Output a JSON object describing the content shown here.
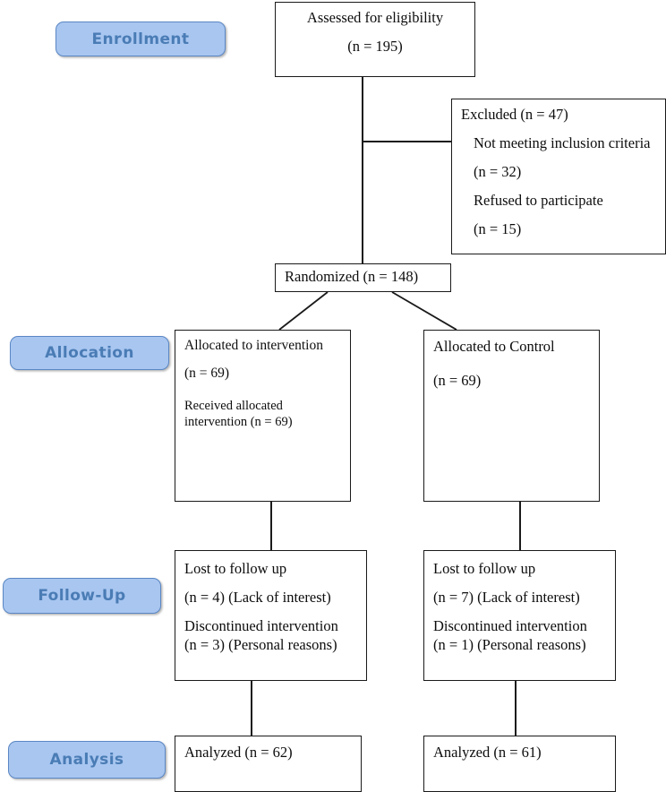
{
  "diagram": {
    "title": "CONSORT participant flow diagram",
    "colors": {
      "pill_fill": "#a8c6f0",
      "pill_border": "#5b87c4",
      "pill_text": "#4a7cb5",
      "box_border": "#1a1a1a",
      "box_fill": "#ffffff",
      "connector": "#1a1a1a",
      "background": "#ffffff"
    }
  },
  "stages": [
    {
      "id": "enrollment",
      "label": "Enrollment"
    },
    {
      "id": "allocation",
      "label": "Allocation"
    },
    {
      "id": "followup",
      "label": "Follow-Up"
    },
    {
      "id": "analysis",
      "label": "Analysis"
    }
  ],
  "boxes": {
    "assessed": {
      "name": "assessed-for-eligibility",
      "lines": [
        "Assessed for eligibility",
        "(n = 195)"
      ]
    },
    "excluded": {
      "name": "excluded",
      "lines": [
        "Excluded (n = 47)",
        "Not meeting inclusion criteria",
        "(n = 32)",
        "Refused to participate",
        "(n = 15)"
      ]
    },
    "randomized": {
      "name": "randomized",
      "lines": [
        "Randomized (n = 148)"
      ]
    },
    "allocated_intervention": {
      "name": "allocated-to-intervention",
      "lines": [
        "Allocated to intervention",
        "(n = 69)",
        "Received allocated",
        "intervention (n = 69)"
      ]
    },
    "allocated_control": {
      "name": "allocated-to-control",
      "lines": [
        "Allocated to Control",
        "(n = 69)"
      ]
    },
    "followup_intervention": {
      "name": "follow-up-intervention",
      "lines": [
        "Lost to follow up",
        "(n = 4) (Lack of interest)",
        "Discontinued intervention",
        "(n = 3) (Personal reasons)"
      ]
    },
    "followup_control": {
      "name": "follow-up-control",
      "lines": [
        "Lost to follow up",
        "(n = 7) (Lack of interest)",
        "Discontinued intervention",
        "(n = 1) (Personal reasons)"
      ]
    },
    "analyzed_intervention": {
      "name": "analyzed-intervention",
      "lines": [
        "Analyzed (n = 62)"
      ]
    },
    "analyzed_control": {
      "name": "analyzed-control",
      "lines": [
        "Analyzed (n = 61)"
      ]
    }
  },
  "chart_data": {
    "type": "diagram",
    "title": "CONSORT flow diagram",
    "nodes": [
      {
        "id": "assessed",
        "stage": "Enrollment",
        "label": "Assessed for eligibility",
        "n": 195
      },
      {
        "id": "excluded",
        "stage": "Enrollment",
        "label": "Excluded",
        "n": 47,
        "reasons": [
          {
            "label": "Not meeting inclusion criteria",
            "n": 32
          },
          {
            "label": "Refused to participate",
            "n": 15
          }
        ]
      },
      {
        "id": "randomized",
        "stage": "Enrollment",
        "label": "Randomized",
        "n": 148
      },
      {
        "id": "allocated_intervention",
        "stage": "Allocation",
        "label": "Allocated to intervention",
        "n": 69,
        "received": 69
      },
      {
        "id": "allocated_control",
        "stage": "Allocation",
        "label": "Allocated to Control",
        "n": 69
      },
      {
        "id": "followup_intervention",
        "stage": "Follow-Up",
        "label": "Lost to follow up",
        "n": 4,
        "lost_reason": "Lack of interest",
        "discontinued": 3,
        "discontinued_reason": "Personal reasons"
      },
      {
        "id": "followup_control",
        "stage": "Follow-Up",
        "label": "Lost to follow up",
        "n": 7,
        "lost_reason": "Lack of interest",
        "discontinued": 1,
        "discontinued_reason": "Personal reasons"
      },
      {
        "id": "analyzed_intervention",
        "stage": "Analysis",
        "label": "Analyzed",
        "n": 62
      },
      {
        "id": "analyzed_control",
        "stage": "Analysis",
        "label": "Analyzed",
        "n": 61
      }
    ],
    "edges": [
      {
        "from": "assessed",
        "to": "randomized"
      },
      {
        "from": "assessed",
        "to": "excluded"
      },
      {
        "from": "randomized",
        "to": "allocated_intervention"
      },
      {
        "from": "randomized",
        "to": "allocated_control"
      },
      {
        "from": "allocated_intervention",
        "to": "followup_intervention"
      },
      {
        "from": "allocated_control",
        "to": "followup_control"
      },
      {
        "from": "followup_intervention",
        "to": "analyzed_intervention"
      },
      {
        "from": "followup_control",
        "to": "analyzed_control"
      }
    ]
  }
}
